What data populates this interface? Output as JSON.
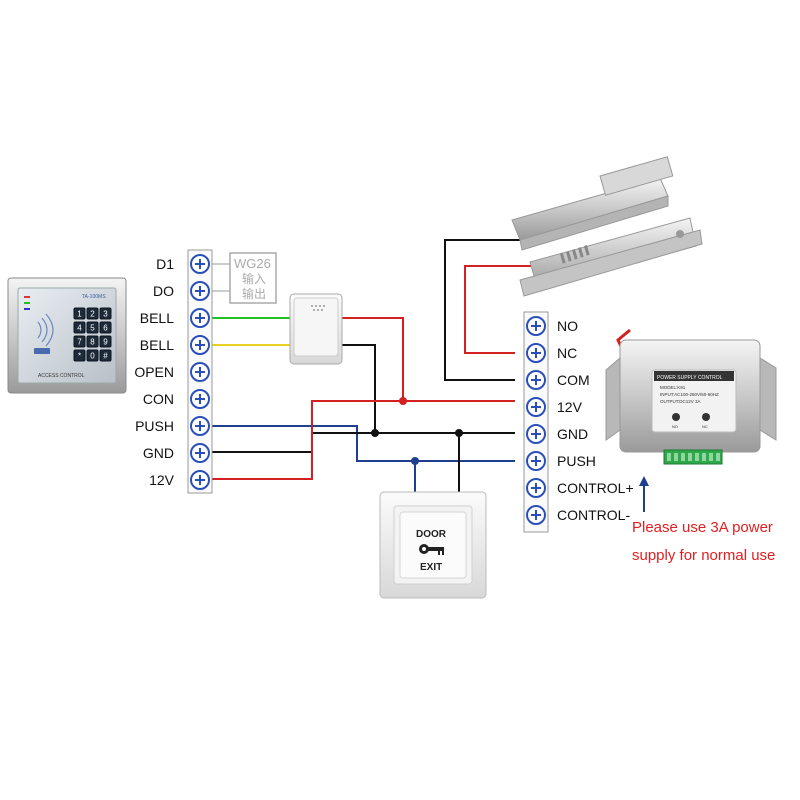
{
  "left_terminals": [
    "D1",
    "DO",
    "BELL",
    "BELL",
    "OPEN",
    "CON",
    "PUSH",
    "GND",
    "12V"
  ],
  "right_terminals": [
    "NO",
    "NC",
    "COM",
    "12V",
    "GND",
    "PUSH",
    "CONTROL+",
    "CONTROL-"
  ],
  "wiegand_box": {
    "line1": "WG26",
    "line2": "输入",
    "line3": "输出"
  },
  "keypad": {
    "brand": "TA-100MS",
    "footer": "ACCESS CONTROL",
    "keys": [
      "1",
      "2",
      "3",
      "4",
      "5",
      "6",
      "7",
      "8",
      "9",
      "*",
      "0",
      "#"
    ]
  },
  "exit_button": {
    "line1": "DOOR",
    "line2": "EXIT"
  },
  "power_supply": {
    "title": "POWER SUPPLY CONTROL",
    "model": "MODEL:K91",
    "input": "INPUT:AC100-260V/50-60HZ",
    "output": "OUTPUT:DC12V 3A",
    "no": "NO",
    "nc": "NC"
  },
  "note": {
    "line1": "Please use 3A power",
    "line2": "supply for normal use"
  },
  "colors": {
    "red": "#d42020",
    "green": "#22c022",
    "yellow": "#e8d020",
    "blue": "#1e3e90",
    "black": "#111111",
    "terminal_blue": "#2a4fb8",
    "note": "#e02020"
  }
}
